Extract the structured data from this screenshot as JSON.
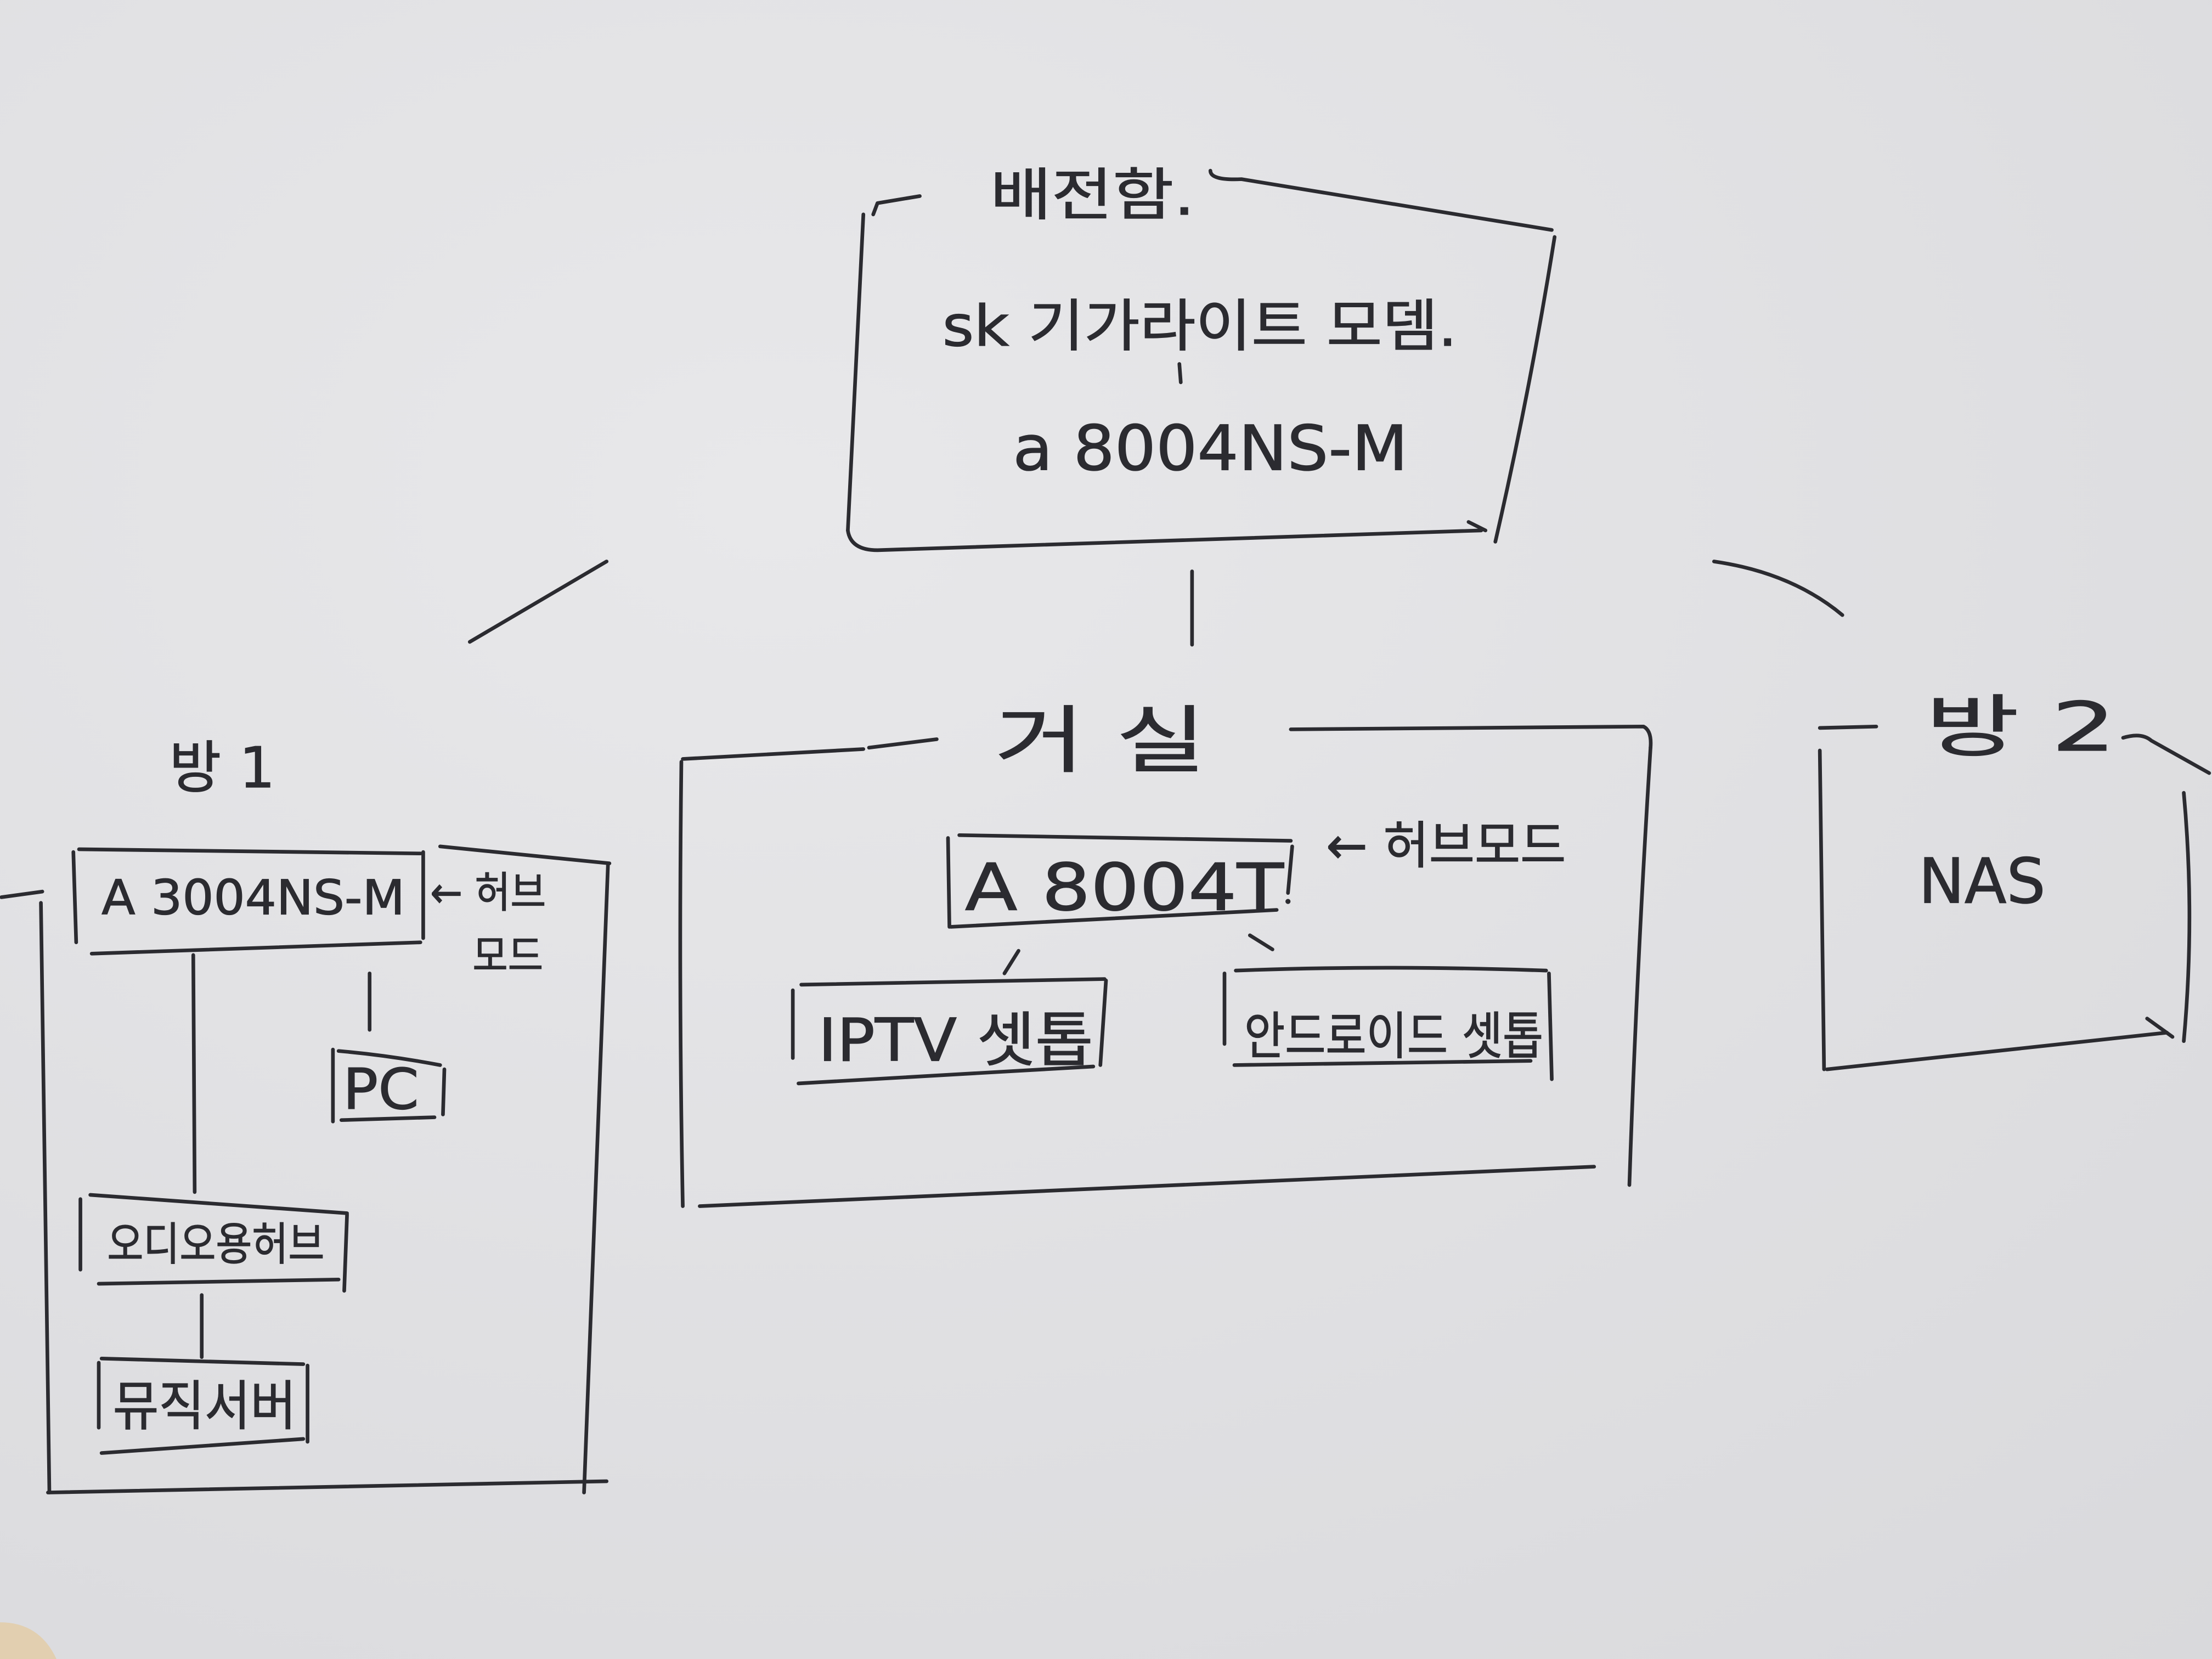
{
  "colors": {
    "ink": "#2b2b30",
    "paper": "#e8e8ea",
    "paper_shade": "#d9d9dc"
  },
  "distribution_box": {
    "title": "배전함.",
    "modem": "sk 기가라이트 모뎀.",
    "router": "a 8004NS-M"
  },
  "living_room": {
    "label": "거 실",
    "router": "A 8004T",
    "router_note": "← 허브모드",
    "iptv_settop": "IPTV 셋톱",
    "android_settop": "안드로이드 셋톱"
  },
  "room1": {
    "label": "방 1",
    "router": "A 3004NS-M",
    "router_note_line1": "← 허브",
    "router_note_line2": "모드",
    "pc": "PC",
    "audio_hub": "오디오용허브",
    "music_server": "뮤직서버"
  },
  "room2": {
    "label": "방 2",
    "nas": "NAS"
  }
}
